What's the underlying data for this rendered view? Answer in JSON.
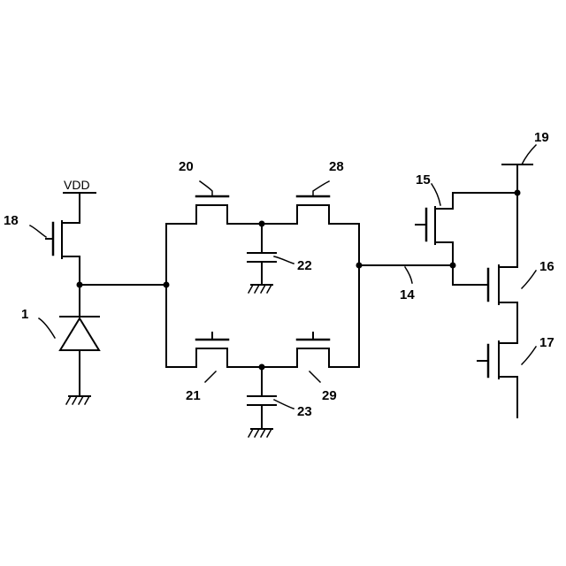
{
  "supply": {
    "vdd_label": "VDD"
  },
  "labels": {
    "photodiode": "1",
    "line_14": "14",
    "transistor_15": "15",
    "transistor_16": "16",
    "transistor_17": "17",
    "transistor_18": "18",
    "terminal_19": "19",
    "transistor_20": "20",
    "transistor_21": "21",
    "capacitor_22": "22",
    "capacitor_23": "23",
    "transistor_28": "28",
    "transistor_29": "29"
  }
}
